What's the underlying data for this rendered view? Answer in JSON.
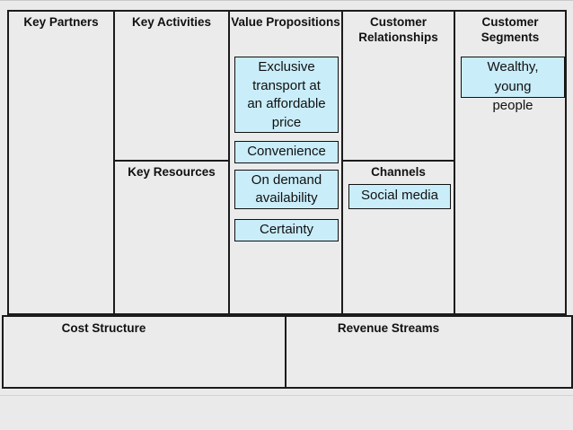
{
  "slide": {
    "sections": {
      "key_partners": "Key Partners",
      "key_activities": "Key Activities",
      "key_resources": "Key Resources",
      "value_propositions": "Value Propositions",
      "customer_relationships": "Customer Relationships",
      "channels": "Channels",
      "customer_segments": "Customer Segments",
      "cost_structure": "Cost Structure",
      "revenue_streams": "Revenue Streams"
    },
    "notes": {
      "value_propositions": {
        "note1": "Exclusive\ntransport at\nan affordable\nprice",
        "note2": "Convenience",
        "note3": "On demand\navailability",
        "note4": "Certainty"
      },
      "channels": {
        "note1": "Social media"
      },
      "customer_segments": {
        "note1": "Wealthy,\nyoung\npeople"
      }
    },
    "colors": {
      "background": "#eaeaea",
      "grid_border": "#1b1b1b",
      "note_fill": "#c9edf9",
      "text": "#111111"
    }
  }
}
